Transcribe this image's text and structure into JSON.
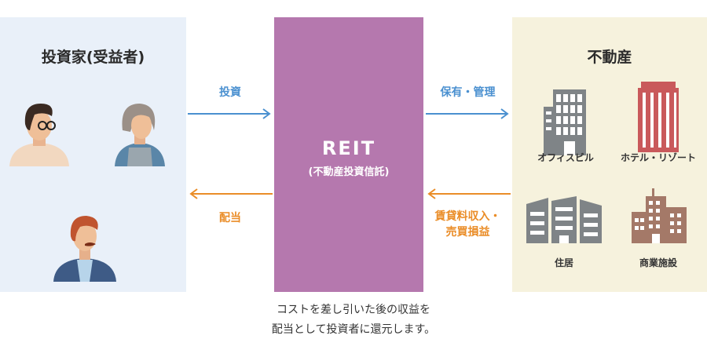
{
  "investors": {
    "title": "投資家(受益者)"
  },
  "reit": {
    "name": "REIT",
    "subtitle": "(不動産投資信託)"
  },
  "realestate": {
    "title": "不動産",
    "buildings": [
      {
        "label": "オフィスビル",
        "icon": "office-building-icon"
      },
      {
        "label": "ホテル・リゾート",
        "icon": "hotel-icon"
      },
      {
        "label": "住居",
        "icon": "housing-icon"
      },
      {
        "label": "商業施設",
        "icon": "commercial-facility-icon"
      }
    ]
  },
  "flows": {
    "investment": "投資",
    "dividend": "配当",
    "ownership": "保有・管理",
    "income_line1": "賃貸料収入・",
    "income_line2": "売買損益"
  },
  "caption": {
    "line1": "コストを差し引いた後の収益を",
    "line2": "配当として投資者に還元します。"
  },
  "colors": {
    "investor_bg": "#e9f0f9",
    "reit_bg": "#b578ae",
    "realestate_bg": "#f6f2dd",
    "blue_arrow": "#4a90d0",
    "orange_arrow": "#ea8d28",
    "building_gray": "#7f8487",
    "hotel_red": "#c9595b",
    "commercial_brown": "#a47968"
  }
}
